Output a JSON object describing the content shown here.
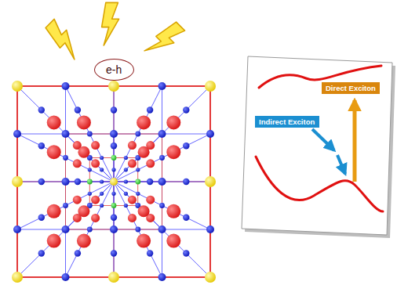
{
  "diagram": {
    "nodes": [
      {
        "text": [
          "e-h"
        ]
      },
      {
        "text": [
          "Indirect Exciton"
        ]
      },
      {
        "text": [
          "Direct Exciton"
        ]
      }
    ]
  }
}
